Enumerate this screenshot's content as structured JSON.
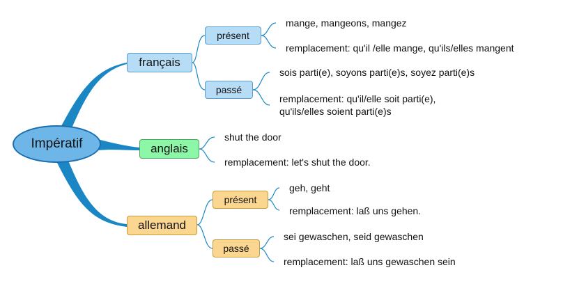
{
  "root": {
    "label": "Impératif"
  },
  "branches": {
    "francais": {
      "label": "français",
      "present": {
        "label": "présent",
        "leaf1": "mange, mangeons, mangez",
        "leaf2": "remplacement: qu'il /elle mange, qu'ils/elles mangent"
      },
      "passe": {
        "label": "passé",
        "leaf1": "sois parti(e), soyons parti(e)s, soyez parti(e)s",
        "leaf2_line1": "remplacement: qu'il/elle soit parti(e),",
        "leaf2_line2": "qu'ils/elles soient parti(e)s"
      }
    },
    "anglais": {
      "label": "anglais",
      "leaf1": "shut the door",
      "leaf2": "remplacement: let's shut the door."
    },
    "allemand": {
      "label": "allemand",
      "present": {
        "label": "présent",
        "leaf1": "geh, geht",
        "leaf2": "remplacement: laß uns gehen."
      },
      "passe": {
        "label": "passé",
        "leaf1": "sei gewaschen, seid gewaschen",
        "leaf2": "remplacement: laß uns gewaschen sein"
      }
    }
  },
  "colors": {
    "root_fill": "#6fb6e8",
    "francais": "#b7dcf5",
    "anglais": "#8cf7a6",
    "allemand": "#fbd690",
    "connector": "#1a87c4"
  }
}
